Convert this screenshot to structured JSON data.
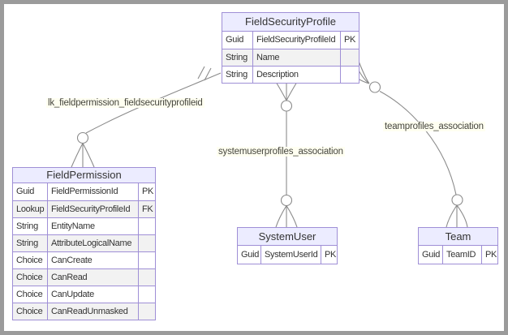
{
  "diagram": {
    "entities": [
      {
        "name": "FieldSecurityProfile",
        "columns": [
          {
            "type": "Guid",
            "name": "FieldSecurityProfileId",
            "key": "PK"
          },
          {
            "type": "String",
            "name": "Name",
            "key": ""
          },
          {
            "type": "String",
            "name": "Description",
            "key": ""
          }
        ]
      },
      {
        "name": "FieldPermission",
        "columns": [
          {
            "type": "Guid",
            "name": "FieldPermissionId",
            "key": "PK"
          },
          {
            "type": "Lookup",
            "name": "FieldSecurityProfileId",
            "key": "FK"
          },
          {
            "type": "String",
            "name": "EntityName",
            "key": ""
          },
          {
            "type": "String",
            "name": "AttributeLogicalName",
            "key": ""
          },
          {
            "type": "Choice",
            "name": "CanCreate",
            "key": ""
          },
          {
            "type": "Choice",
            "name": "CanRead",
            "key": ""
          },
          {
            "type": "Choice",
            "name": "CanUpdate",
            "key": ""
          },
          {
            "type": "Choice",
            "name": "CanReadUnmasked",
            "key": ""
          }
        ]
      },
      {
        "name": "SystemUser",
        "columns": [
          {
            "type": "Guid",
            "name": "SystemUserId",
            "key": "PK"
          }
        ]
      },
      {
        "name": "Team",
        "columns": [
          {
            "type": "Guid",
            "name": "TeamID",
            "key": "PK"
          }
        ]
      }
    ],
    "relationships": [
      {
        "label": "lk_fieldpermission_fieldsecurityprofileid",
        "from": "FieldSecurityProfile",
        "to": "FieldPermission",
        "from_cardinality": "exactly-one",
        "to_cardinality": "zero-or-many"
      },
      {
        "label": "systemuserprofiles_association",
        "from": "FieldSecurityProfile",
        "to": "SystemUser",
        "from_cardinality": "zero-or-many",
        "to_cardinality": "zero-or-many"
      },
      {
        "label": "teamprofiles_association",
        "from": "FieldSecurityProfile",
        "to": "Team",
        "from_cardinality": "zero-or-many",
        "to_cardinality": "zero-or-many"
      }
    ],
    "colors": {
      "entity_border": "#9f8fd6",
      "entity_header_bg": "#ececff",
      "row_bg": "#ffffff",
      "row_alt_bg": "#f2f2f2",
      "cell_text": "#333333",
      "line": "#8b8b8b",
      "label_text": "#45453e",
      "label_bg": "#fffff0",
      "frame_border": "#9b9b9b"
    }
  }
}
